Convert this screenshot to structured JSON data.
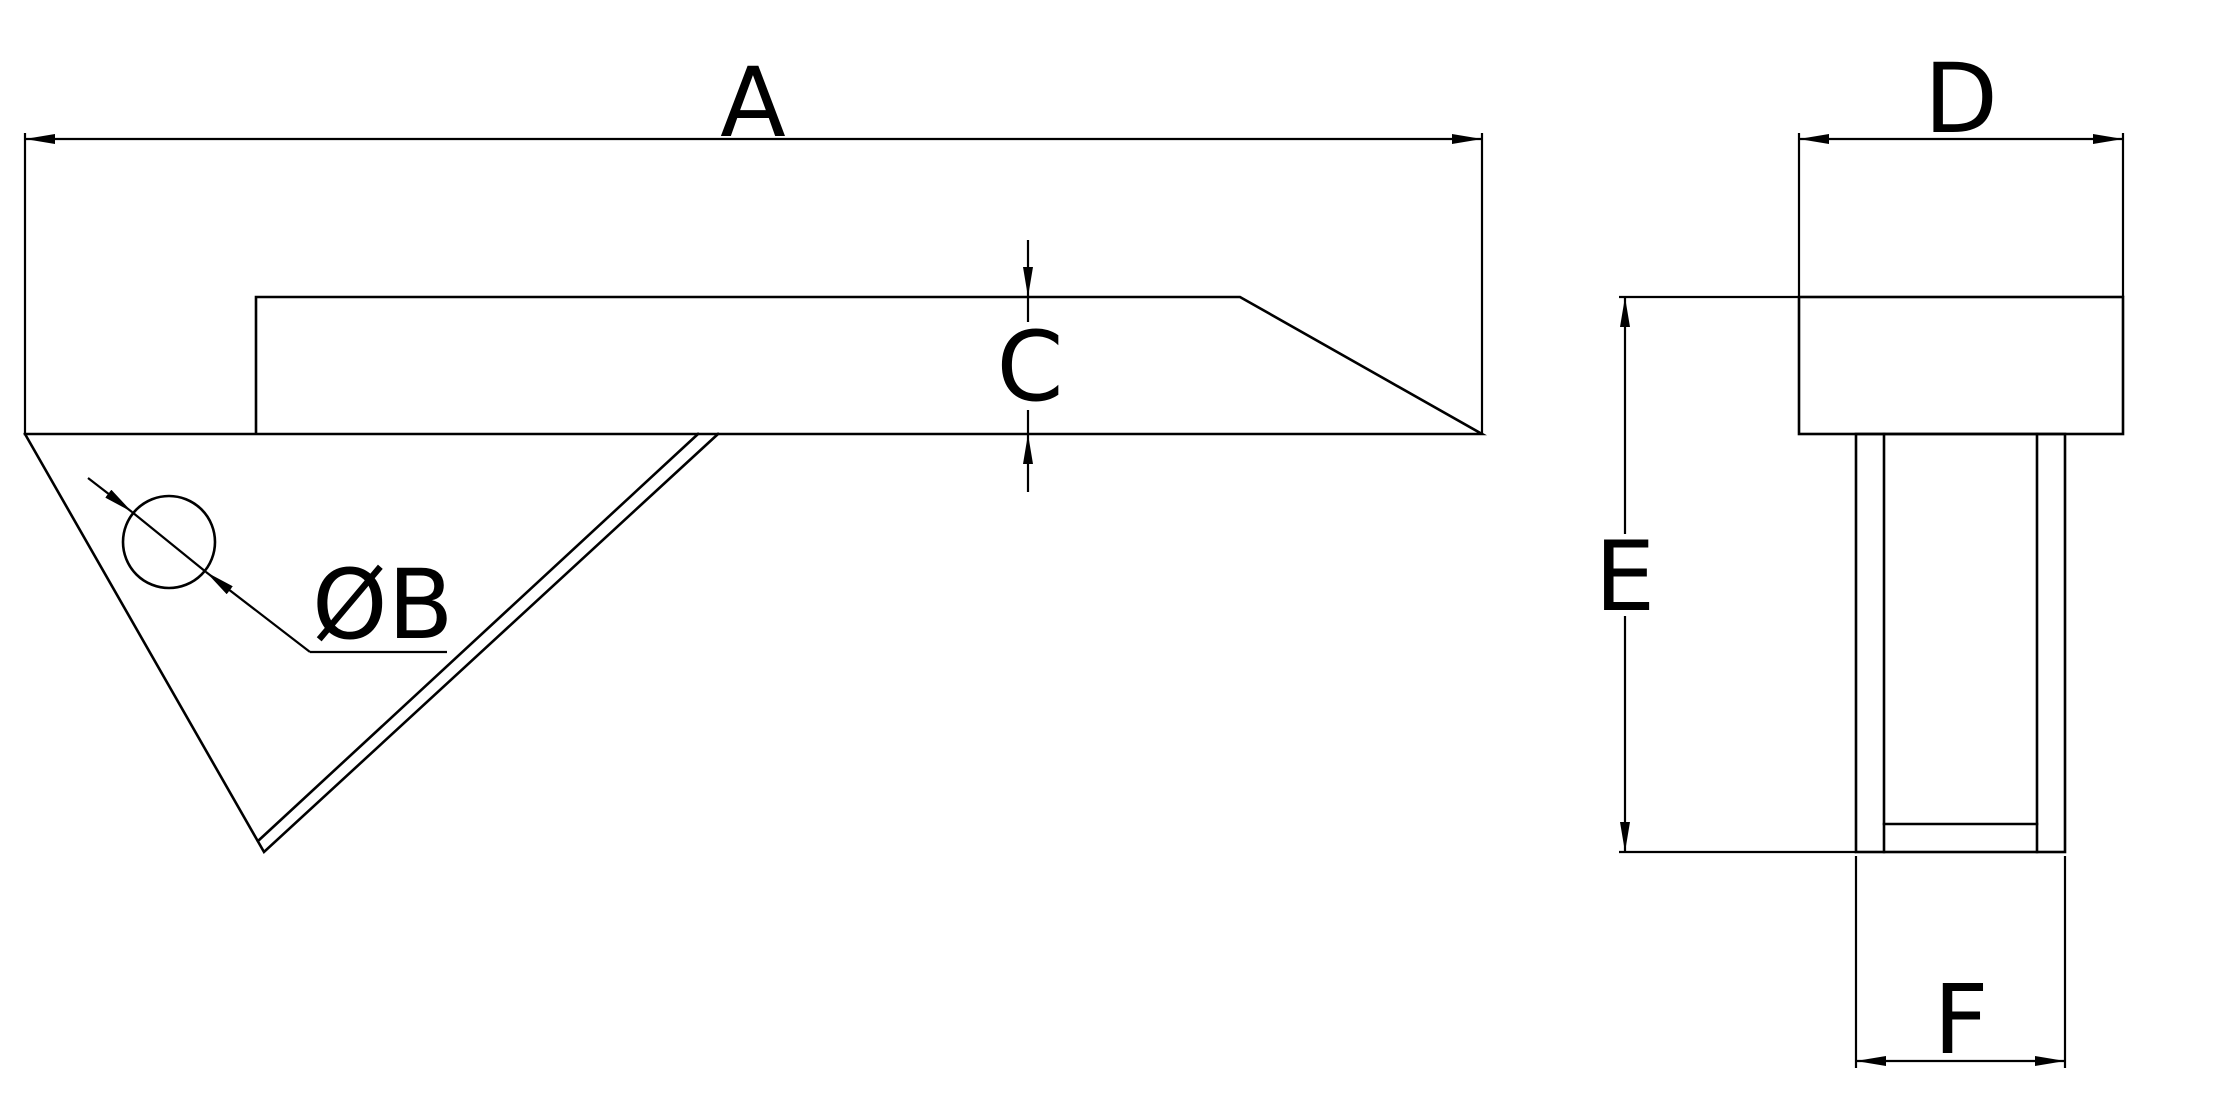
{
  "labels": {
    "a": "A",
    "b": "ØB",
    "c": "C",
    "d": "D",
    "e": "E",
    "f": "F"
  },
  "colors": {
    "stroke": "#000000",
    "background": "#ffffff"
  }
}
